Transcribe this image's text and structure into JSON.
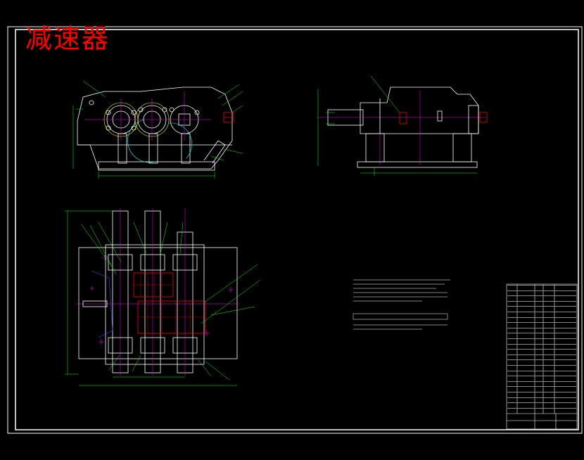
{
  "drawing": {
    "title": "减速器",
    "border_color": "#ffffff",
    "background": "#000000",
    "title_color": "#ff0000",
    "line_colors": {
      "outline": "#ffffff",
      "dimension": "#00ff00",
      "center": "#ff00ff",
      "gear": "#ff0000",
      "hidden": "#00ffff",
      "section": "#ffff00"
    }
  },
  "views": {
    "front": "front-view",
    "side": "side-view",
    "top": "top-view"
  },
  "tech_notes": {
    "heading": "技术要求",
    "heading2": "技术特性"
  },
  "title_block": {
    "rows": 24
  }
}
